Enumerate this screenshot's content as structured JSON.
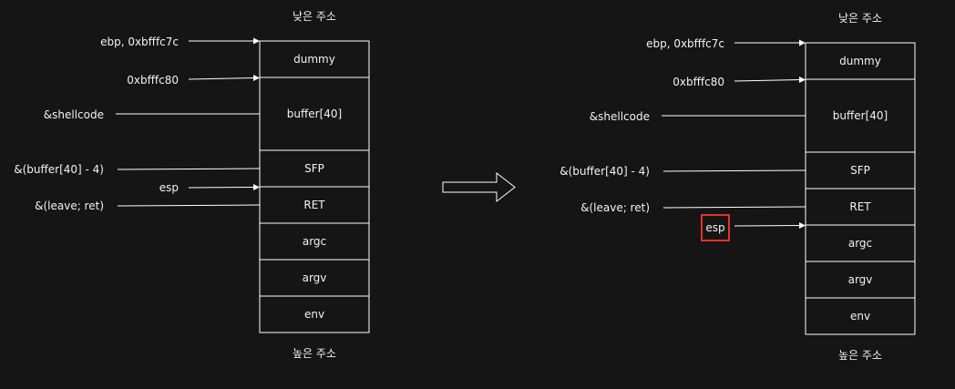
{
  "panels": [
    {
      "id": "before",
      "top_label": "낮은 주소",
      "bottom_label": "높은 주소",
      "cells": [
        "dummy",
        "buffer[40]",
        "SFP",
        "RET",
        "argc",
        "argv",
        "env"
      ],
      "pointers": [
        {
          "label": "ebp, 0xbfffc7c",
          "target": "top-of-dummy",
          "arrow": true
        },
        {
          "label": "0xbfffc80",
          "target": "top-of-buffer",
          "arrow": true
        },
        {
          "label": "&shellcode",
          "target": "buffer-middle",
          "arrow": false
        },
        {
          "label": "&(buffer[40] - 4)",
          "target": "sfp",
          "arrow": false
        },
        {
          "label": "esp",
          "target": "top-of-ret",
          "arrow": true
        },
        {
          "label": "&(leave; ret)",
          "target": "ret",
          "arrow": false
        }
      ]
    },
    {
      "id": "after",
      "top_label": "낮은 주소",
      "bottom_label": "높은 주소",
      "cells": [
        "dummy",
        "buffer[40]",
        "SFP",
        "RET",
        "argc",
        "argv",
        "env"
      ],
      "pointers": [
        {
          "label": "ebp, 0xbfffc7c",
          "target": "top-of-dummy",
          "arrow": true
        },
        {
          "label": "0xbfffc80",
          "target": "top-of-buffer",
          "arrow": true
        },
        {
          "label": "&shellcode",
          "target": "buffer-middle",
          "arrow": false
        },
        {
          "label": "&(buffer[40] - 4)",
          "target": "sfp",
          "arrow": false
        },
        {
          "label": "&(leave; ret)",
          "target": "ret",
          "arrow": false
        },
        {
          "label": "esp",
          "target": "top-of-argc",
          "arrow": true,
          "highlighted": true
        }
      ]
    }
  ],
  "colors": {
    "background": "#151515",
    "foreground": "#ffffff",
    "highlight": "#e0342b"
  }
}
